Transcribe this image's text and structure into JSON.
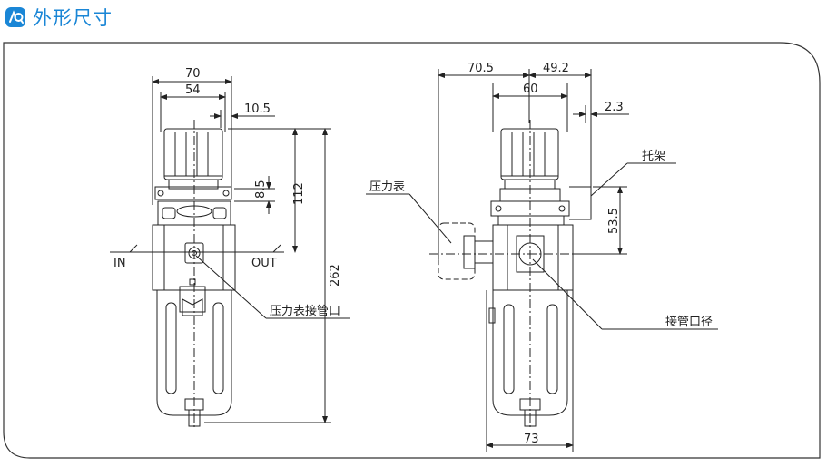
{
  "header": {
    "title": "外形尺寸",
    "icon": "caliper-logo-icon",
    "accent_color": "#1a86d6"
  },
  "left_view": {
    "dims": {
      "w70": "70",
      "w54": "54",
      "w10_5": "10.5",
      "h8_5": "8.5",
      "h112": "112",
      "h262": "262"
    },
    "labels": {
      "in": "IN",
      "out": "OUT",
      "gauge_port": "压力表接管口"
    }
  },
  "right_view": {
    "dims": {
      "w70_5": "70.5",
      "w49_2": "49.2",
      "w60": "60",
      "w2_3": "2.3",
      "h53_5": "53.5",
      "w73": "73"
    },
    "labels": {
      "gauge": "压力表",
      "bracket": "托架",
      "port_diameter": "接管口径"
    }
  }
}
